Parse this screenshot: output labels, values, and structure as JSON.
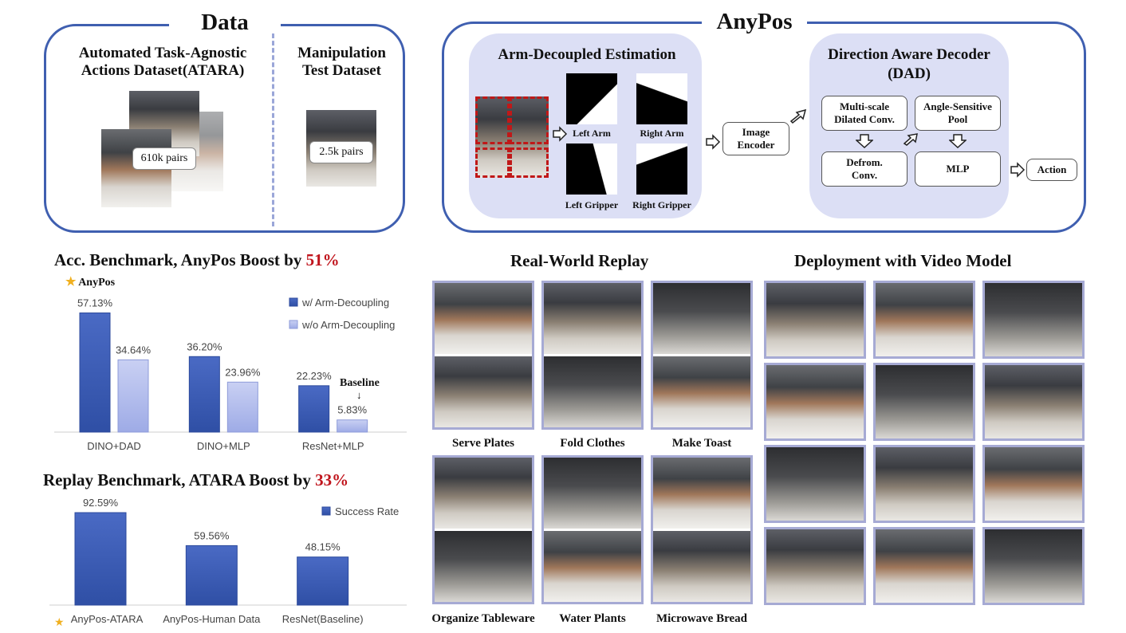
{
  "data_panel": {
    "title": "Data",
    "atara_title": "Automated Task-Agnostic Actions Dataset(ATARA)",
    "atara_title_line1": "Automated Task-Agnostic",
    "atara_title_line2": "Actions Dataset(ATARA)",
    "atara_pairs": "610k pairs",
    "test_title_line1": "Manipulation",
    "test_title_line2": "Test Dataset",
    "test_pairs": "2.5k pairs"
  },
  "anypos_panel": {
    "title": "AnyPos",
    "arm_decoupled_title": "Arm-Decoupled Estimation",
    "left_arm": "Left Arm",
    "right_arm": "Right Arm",
    "left_gripper": "Left Gripper",
    "right_gripper": "Right Gripper",
    "image_encoder_line1": "Image",
    "image_encoder_line2": "Encoder",
    "dad_title_line1": "Direction Aware Decoder",
    "dad_title_line2": "(DAD)",
    "multiscale_line1": "Multi-scale",
    "multiscale_line2": "Dilated Conv.",
    "angle_line1": "Angle-Sensitive",
    "angle_line2": "Pool",
    "deform_line1": "Defrom.",
    "deform_line2": "Conv.",
    "mlp": "MLP",
    "action": "Action"
  },
  "acc_benchmark": {
    "title_prefix": "Acc. Benchmark, AnyPos Boost by ",
    "title_highlight": "51%",
    "anypos_tag": "AnyPos",
    "baseline_tag": "Baseline",
    "star_icon": "star-icon"
  },
  "replay_benchmark": {
    "title_prefix": "Replay Benchmark, ATARA Boost by ",
    "title_highlight": "33%"
  },
  "real_world_replay": {
    "title": "Real-World Replay",
    "tasks": [
      "Serve Plates",
      "Fold Clothes",
      "Make Toast",
      "Organize Tableware",
      "Water Plants",
      "Microwave Bread"
    ]
  },
  "deployment": {
    "title": "Deployment with Video Model"
  },
  "colors": {
    "panel_border": "#3f5fb0",
    "blob_fill": "#dcdff5",
    "highlight_red": "#c0141c",
    "bar_dark": "#3f5fb0",
    "bar_light": "#aeb8ea"
  },
  "chart_data": [
    {
      "type": "bar",
      "title": "Acc. Benchmark, AnyPos Boost by 51%",
      "categories": [
        "DINO+DAD",
        "DINO+MLP",
        "ResNet+MLP"
      ],
      "series": [
        {
          "name": "w/ Arm-Decoupling",
          "values": [
            57.13,
            36.2,
            22.23
          ],
          "labels": [
            "57.13%",
            "36.20%",
            "22.23%"
          ]
        },
        {
          "name": "w/o Arm-Decoupling",
          "values": [
            34.64,
            23.96,
            5.83
          ],
          "labels": [
            "34.64%",
            "23.96%",
            "5.83%"
          ]
        }
      ],
      "ylim": [
        0,
        60
      ],
      "legend": "top-right",
      "grid": false
    },
    {
      "type": "bar",
      "title": "Replay Benchmark, ATARA Boost by 33%",
      "categories": [
        "AnyPos-ATARA",
        "AnyPos-Human Data",
        "ResNet(Baseline)"
      ],
      "series": [
        {
          "name": "Success Rate",
          "values": [
            92.59,
            59.56,
            48.15
          ],
          "labels": [
            "92.59%",
            "59.56%",
            "48.15%"
          ]
        }
      ],
      "ylim": [
        0,
        95
      ],
      "legend": "top-right",
      "grid": false
    }
  ]
}
